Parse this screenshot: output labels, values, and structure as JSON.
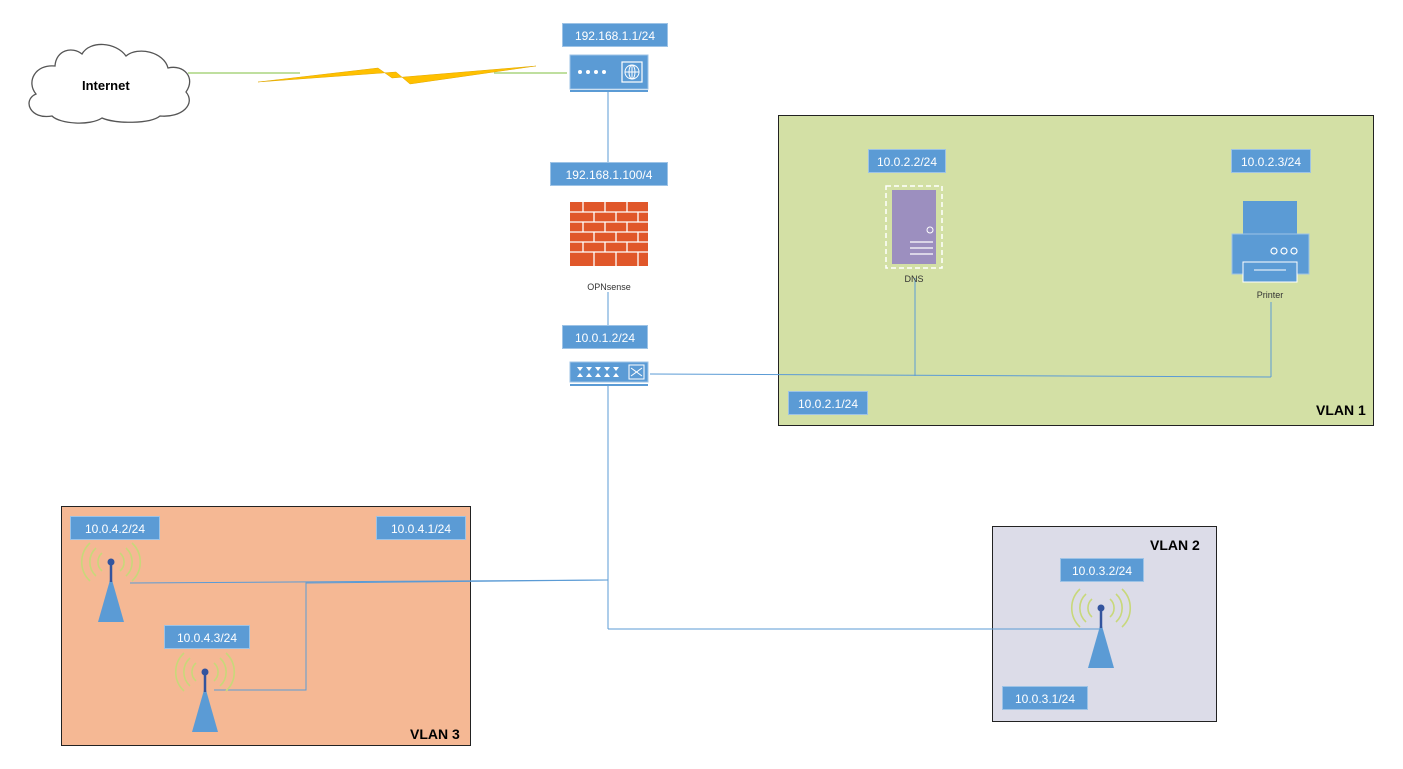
{
  "internet": {
    "label": "Internet"
  },
  "router": {
    "ip": "192.168.1.1/24"
  },
  "firewall": {
    "ip": "192.168.1.100/4",
    "label": "OPNsense"
  },
  "switch": {
    "ip": "10.0.1.2/24"
  },
  "vlan1": {
    "label": "VLAN 1",
    "gateway_ip": "10.0.2.1/24",
    "color": "#d3e0a5",
    "dns": {
      "ip": "10.0.2.2/24",
      "label": "DNS"
    },
    "printer": {
      "ip": "10.0.2.3/24",
      "label": "Printer"
    }
  },
  "vlan2": {
    "label": "VLAN 2",
    "gateway_ip": "10.0.3.1/24",
    "color": "#dcdce8",
    "ap": {
      "ip": "10.0.3.2/24"
    }
  },
  "vlan3": {
    "label": "VLAN 3",
    "gateway_ip": "10.0.4.1/24",
    "color": "#f5b894",
    "ap1": {
      "ip": "10.0.4.2/24"
    },
    "ap2": {
      "ip": "10.0.4.3/24"
    }
  },
  "colors": {
    "ip_box": "#5b9bd5",
    "device": "#5b9bd5",
    "link": "#5b9bd5",
    "wan_link": "#7fbf3f",
    "lightning": "#ffc000",
    "brick": "#e0572a",
    "server": "#9c8fbf"
  }
}
